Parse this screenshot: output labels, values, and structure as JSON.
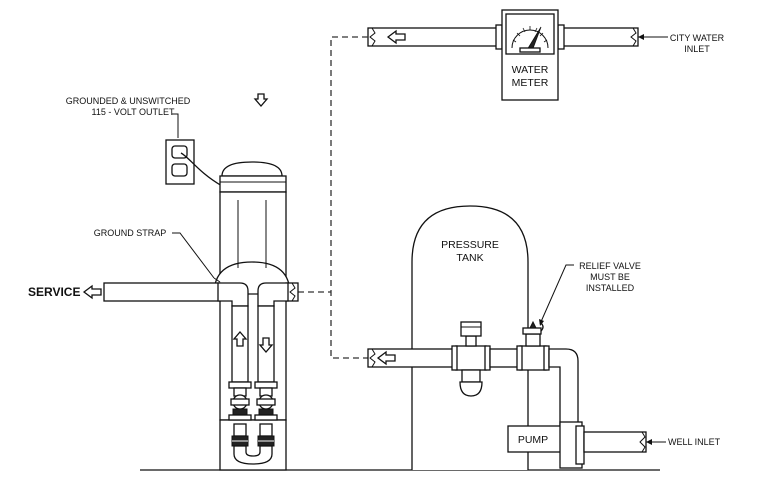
{
  "labels": {
    "outlet_line1": "GROUNDED & UNSWITCHED",
    "outlet_line2": "115 - VOLT OUTLET",
    "ground_strap": "GROUND STRAP",
    "service": "SERVICE",
    "water_meter_line1": "WATER",
    "water_meter_line2": "METER",
    "city_inlet_line1": "CITY WATER",
    "city_inlet_line2": "INLET",
    "pressure_tank_line1": "PRESSURE",
    "pressure_tank_line2": "TANK",
    "relief_line1": "RELIEF VALVE",
    "relief_line2": "MUST BE",
    "relief_line3": "INSTALLED",
    "pump": "PUMP",
    "well_inlet": "WELL INLET"
  },
  "colors": {
    "stroke": "#111111",
    "background": "#ffffff"
  }
}
